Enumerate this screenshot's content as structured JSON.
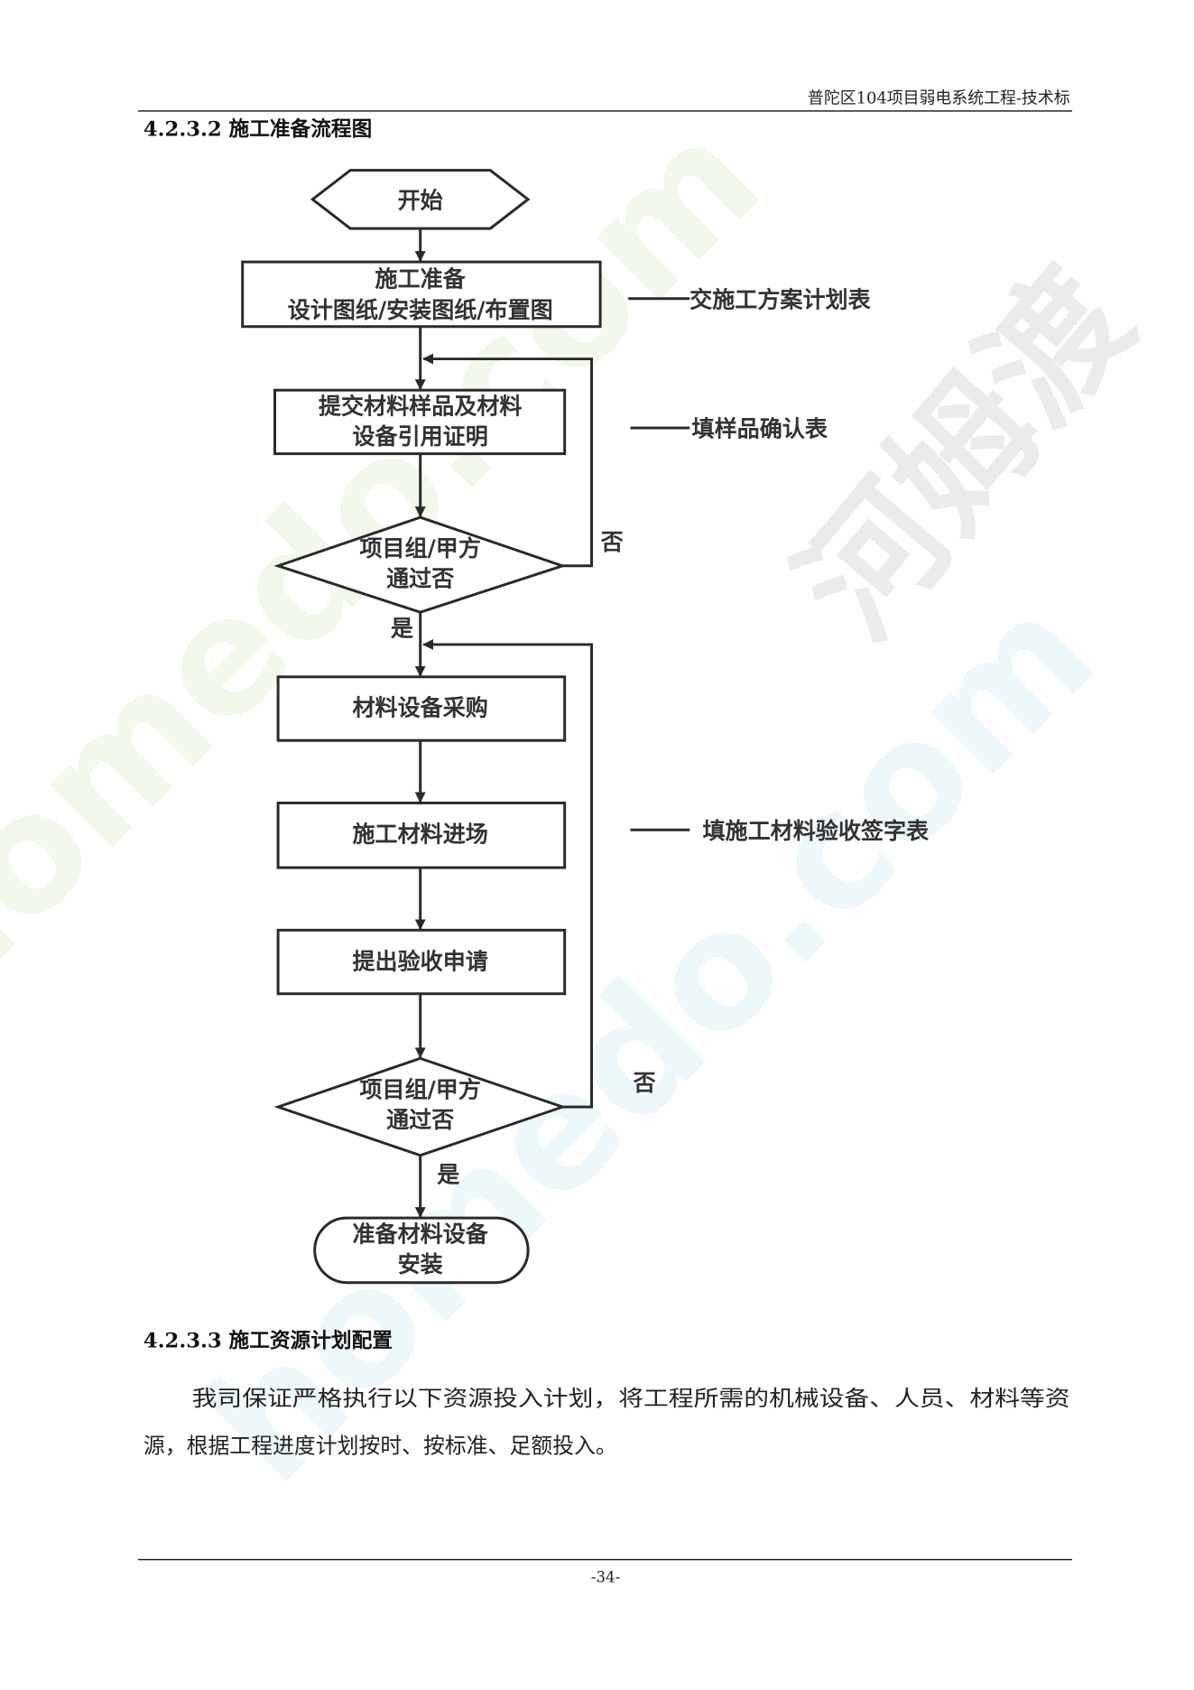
{
  "header": {
    "title": "普陀区104项目弱电系统工程-技术标"
  },
  "section1": {
    "heading": "4.2.3.2  施工准备流程图"
  },
  "flowchart": {
    "start": "开始",
    "step1_line1": "施工准备",
    "step1_line2": "设计图纸/安装图纸/布置图",
    "note1": "交施工方案计划表",
    "step2_line1": "提交材料样品及材料",
    "step2_line2": "设备引用证明",
    "note2": "填样品确认表",
    "decision1_line1": "项目组/甲方",
    "decision1_line2": "通过否",
    "no1": "否",
    "yes1": "是",
    "step3": "材料设备采购",
    "step4": "施工材料进场",
    "note3": "填施工材料验收签字表",
    "step5": "提出验收申请",
    "decision2_line1": "项目组/甲方",
    "decision2_line2": "通过否",
    "no2": "否",
    "yes2": "是",
    "end_line1": "准备材料设备",
    "end_line2": "安装"
  },
  "section2": {
    "heading": "4.2.3.3  施工资源计划配置",
    "para_line1": "我司保证严格执行以下资源投入计划，将工程所需的机械设备、人员、材料等资",
    "para_line2": "源，根据工程进度计划按时、按标准、足额投入。"
  },
  "footer": {
    "page": "-34-"
  },
  "watermark": {
    "brand": "河姆渡",
    "site": "homedo.com"
  }
}
